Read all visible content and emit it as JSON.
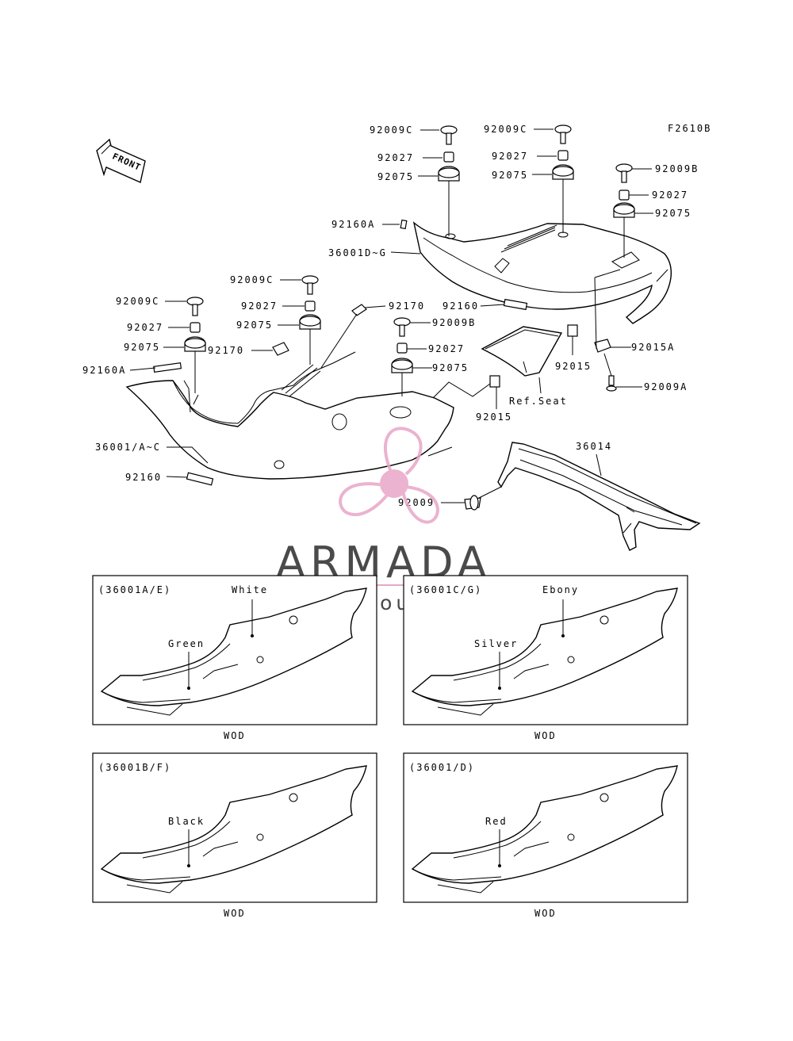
{
  "diagram_code": "F2610B",
  "front_label": "FRONT",
  "callouts": {
    "c1": "92009C",
    "c2": "92027",
    "c3": "92075",
    "c4": "92009C",
    "c5": "92027",
    "c6": "92075",
    "c7": "92009B",
    "c8": "92027",
    "c9": "92075",
    "c10": "92160A",
    "c11": "36001D~G",
    "c12": "92009C",
    "c13": "92027",
    "c14": "92075",
    "c15": "92170",
    "c16": "92160",
    "c17": "92009C",
    "c18": "92027",
    "c19": "92075",
    "c20": "92170",
    "c21": "92160A",
    "c22": "92009B",
    "c23": "92027",
    "c24": "92075",
    "c25": "92015",
    "c26": "92015A",
    "c27": "92009A",
    "c28": "Ref.Seat",
    "c29": "92015",
    "c30": "36001/A~C",
    "c31": "92160",
    "c32": "36014",
    "c33": "92009"
  },
  "watermark": {
    "brand": "ARMADA",
    "tagline": "marine outboards",
    "color_pink": "#e8a6c8",
    "color_gray": "#4a4a4a"
  },
  "color_variants": [
    {
      "code": "(36001A/E)",
      "colors": [
        "White",
        "Green"
      ],
      "footer": "WOD"
    },
    {
      "code": "(36001C/G)",
      "colors": [
        "Ebony",
        "Silver"
      ],
      "footer": "WOD"
    },
    {
      "code": "(36001B/F)",
      "colors": [
        "Black"
      ],
      "footer": "WOD"
    },
    {
      "code": "(36001/D)",
      "colors": [
        "Red"
      ],
      "footer": "WOD"
    }
  ]
}
